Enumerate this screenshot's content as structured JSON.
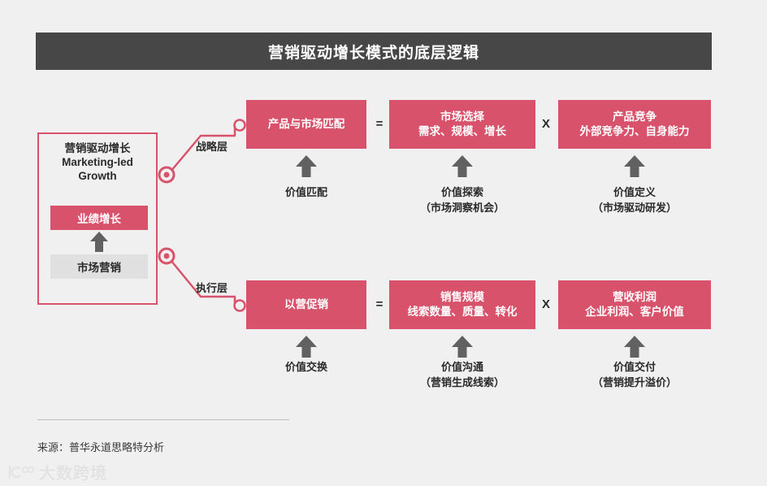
{
  "header": {
    "title": "营销驱动增长模式的底层逻辑"
  },
  "left_panel": {
    "heading_line1": "营销驱动增长",
    "heading_line2": "Marketing-led",
    "heading_line3": "Growth",
    "growth_box_label": "业绩增长",
    "marketing_box_label": "市场营销",
    "border_color": "#d9526b",
    "growth_box_color": "#d9526b",
    "marketing_box_color": "#e0e0e0"
  },
  "branches": [
    {
      "label": "战略层"
    },
    {
      "label": "执行层"
    }
  ],
  "rows": [
    {
      "name": "strategy-row",
      "boxes": [
        {
          "line1": "产品与市场匹配",
          "line2": ""
        },
        {
          "line1": "市场选择",
          "line2": "需求、规模、增长"
        },
        {
          "line1": "产品竞争",
          "line2": "外部竞争力、自身能力"
        }
      ],
      "operators": [
        "=",
        "X"
      ],
      "captions": [
        {
          "line1": "价值匹配",
          "line2": ""
        },
        {
          "line1": "价值探索",
          "line2": "（市场洞察机会）"
        },
        {
          "line1": "价值定义",
          "line2": "（市场驱动研发）"
        }
      ]
    },
    {
      "name": "execution-row",
      "boxes": [
        {
          "line1": "以营促销",
          "line2": ""
        },
        {
          "line1": "销售规模",
          "line2": "线索数量、质量、转化"
        },
        {
          "line1": "营收利润",
          "line2": "企业利润、客户价值"
        }
      ],
      "operators": [
        "=",
        "X"
      ],
      "captions": [
        {
          "line1": "价值交换",
          "line2": ""
        },
        {
          "line1": "价值沟通",
          "line2": "（营销生成线索）"
        },
        {
          "line1": "价值交付",
          "line2": "（营销提升溢价）"
        }
      ]
    }
  ],
  "footer": {
    "source": "来源：普华永道思略特分析"
  },
  "watermark": {
    "text": "大数跨境"
  },
  "colors": {
    "background": "#f0f0f0",
    "title_bar": "#474747",
    "accent_pink": "#d9526b",
    "arrow_gray": "#616161",
    "text_dark": "#2a2a2a"
  }
}
